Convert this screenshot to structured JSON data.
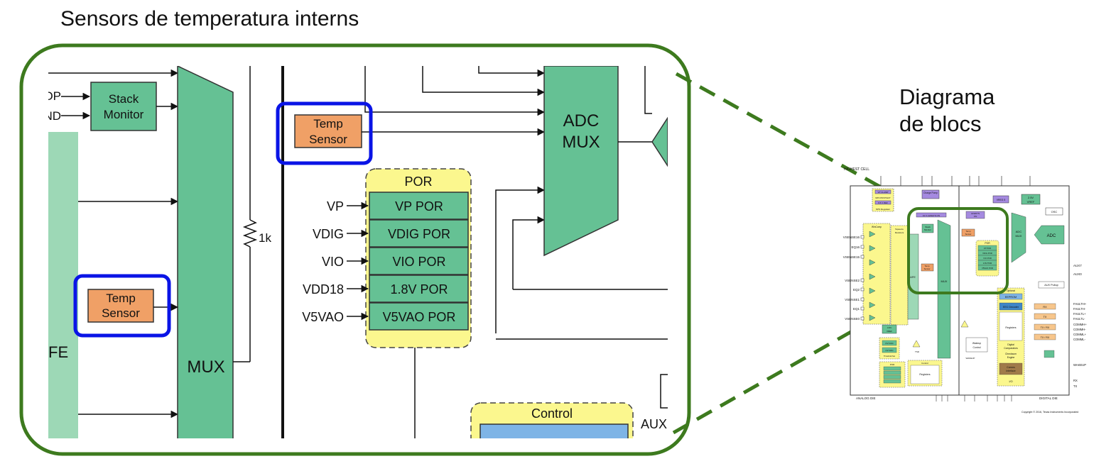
{
  "title": "Sensors de temperatura interns",
  "side_label": {
    "line1": "Diagrama",
    "line2": "de blocs"
  },
  "zoom": {
    "stack_monitor": [
      "Stack",
      "Monitor"
    ],
    "left_pin_fragments": [
      "OP",
      "ND"
    ],
    "mux_label": "MUX",
    "afe_fragment": "FE",
    "resistor_label": "1k",
    "temp_sensor": [
      "Temp",
      "Sensor"
    ],
    "adc_mux": [
      "ADC",
      "MUX"
    ],
    "por": {
      "title": "POR",
      "rows": [
        {
          "input": "VP",
          "box": "VP POR"
        },
        {
          "input": "VDIG",
          "box": "VDIG POR"
        },
        {
          "input": "VIO",
          "box": "VIO POR"
        },
        {
          "input": "VDD18",
          "box": "1.8V POR"
        },
        {
          "input": "V5VAO",
          "box": "V5VAO POR"
        }
      ]
    },
    "control_title": "Control",
    "aux_fragment": "AUX"
  },
  "mini": {
    "top_left_fragment": "HIGHEST CELL",
    "vp_clamp": "VP CLAMP",
    "npn_protect": "NPN PROTECT",
    "reg_6v": "6.5 V REF",
    "npn_regulator": "NPN Regulator",
    "charge_pump": "Charge Pump",
    "vreg_block": "VREG 5",
    "vref_block": [
      "2.5V",
      "VREF"
    ],
    "osc": "OSC",
    "always_on_left": "10 V ALWAYS ON",
    "always_on_right": [
      "ALWAYS",
      "ON"
    ],
    "stack_monitor": [
      "Stack",
      "Monitor"
    ],
    "squeeze_resistors": [
      "Squeeze",
      "Resistors"
    ],
    "wincomp": "WinComp",
    "temp_sensor": [
      "Temp",
      "Sensor"
    ],
    "adc_mux": [
      "ADC",
      "MUX"
    ],
    "adc": "ADC",
    "afe": "AFE",
    "mux": "MUX",
    "por_title": "POR",
    "por_rows": [
      "VP POR",
      "VDIG POR",
      "VIO POR",
      "1.8V POR",
      "V5VAO POR"
    ],
    "left_pins": [
      "VSENSE16",
      "EQ16",
      "VSENSE15",
      "VSENSE2",
      "EQ2",
      "VSENSE1",
      "EQ1",
      "VSENSE0"
    ],
    "aux_pins": [
      "AUX7",
      "AUX0"
    ],
    "aux_pullup": "AUX Pullup",
    "optional": "Optional",
    "eeprom": "EEPROM",
    "eec_decoder": "EEC Decoder",
    "registers": "Registers",
    "digital_comparators": [
      "Digital",
      "Comparators"
    ],
    "checksum_engine": [
      "Checksum",
      "Engine"
    ],
    "comms_interface": [
      "Comms",
      "Interface"
    ],
    "io": "I/O",
    "rx": "RX",
    "tx": "TX",
    "tx_rx": "TX / RX",
    "fault_pins": [
      "FAULTH+",
      "FAULTH-",
      "FAULTL+",
      "FAULTL-",
      "COMMH+",
      "COMMH-",
      "COMML+",
      "COMML-"
    ],
    "wakeup_pin": "WAKEUP",
    "rx_pin": "RX",
    "tx_pin": "TX",
    "vref45": [
      "4.5V",
      "VREF"
    ],
    "ov_dac": "OV DAC",
    "uv_dac": "UV DAC",
    "threshold_set": "Threshold Set",
    "wakeup_control": [
      "Wakeup",
      "Control"
    ],
    "wakeup_label": "WAKEUP",
    "tsd": "TSD",
    "control": "Control",
    "registers_left": "Registers",
    "por_small": "POR",
    "analog_die": "ANALOG DIE",
    "digital_die": "DIGITAL DIE",
    "copyright": "Copyright © 2016, Texas Instruments Incorporated"
  },
  "colors": {
    "green_block": "#65c194",
    "orange_sensor": "#f0a066",
    "yellow_group": "#fbf78e",
    "highlight_blue": "#0a14e6",
    "frame_green": "#3d7a1e",
    "control_blue": "#7eb4e6"
  }
}
